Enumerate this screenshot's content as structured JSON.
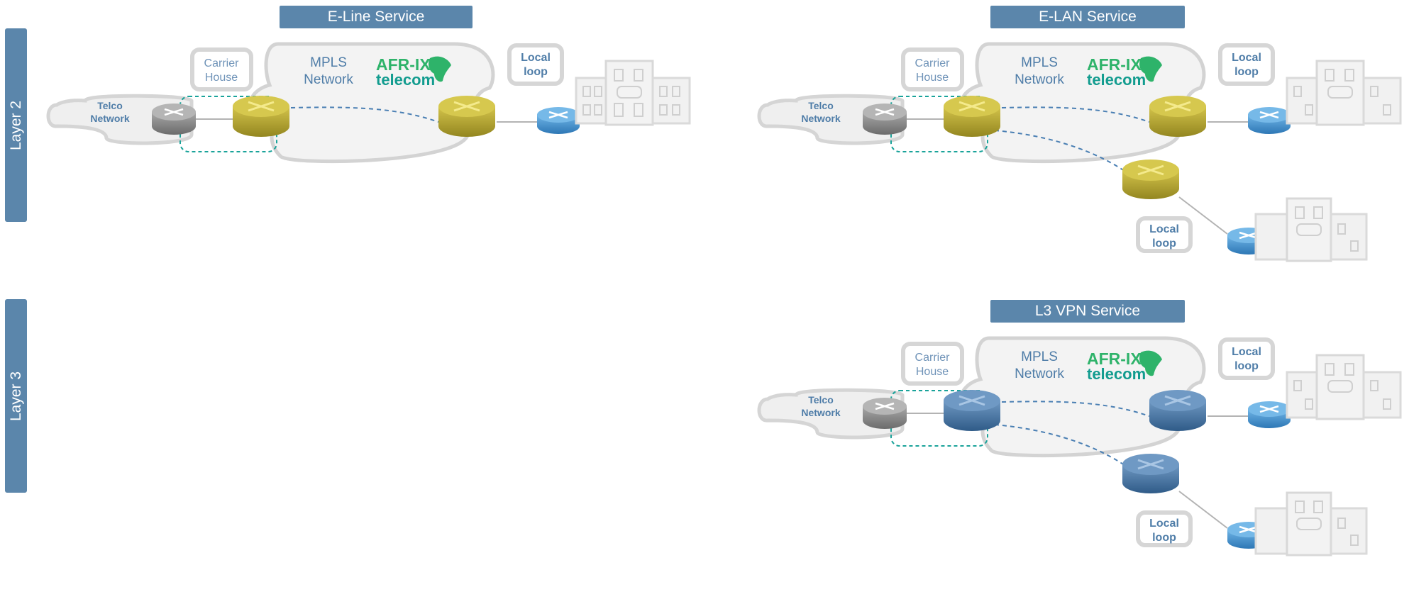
{
  "layers": {
    "layer2": "Layer 2",
    "layer3": "Layer 3"
  },
  "services": {
    "eline": {
      "title": "E-Line Service",
      "telco": [
        "Telco",
        "Network"
      ],
      "carrier": [
        "Carrier",
        "House"
      ],
      "mpls": [
        "MPLS",
        "Network"
      ],
      "logo": [
        "AFR-IX",
        "telecom"
      ],
      "local_loop": [
        "Local",
        "loop"
      ]
    },
    "elan": {
      "title": "E-LAN Service",
      "telco": [
        "Telco",
        "Network"
      ],
      "carrier": [
        "Carrier",
        "House"
      ],
      "mpls": [
        "MPLS",
        "Network"
      ],
      "logo": [
        "AFR-IX",
        "telecom"
      ],
      "local_loop_1": [
        "Local",
        "loop"
      ],
      "local_loop_2": [
        "Local",
        "loop"
      ]
    },
    "l3vpn": {
      "title": "L3 VPN Service",
      "telco": [
        "Telco",
        "Network"
      ],
      "carrier": [
        "Carrier",
        "House"
      ],
      "mpls": [
        "MPLS",
        "Network"
      ],
      "logo": [
        "AFR-IX",
        "telecom"
      ],
      "local_loop_1": [
        "Local",
        "loop"
      ],
      "local_loop_2": [
        "Local",
        "loop"
      ]
    }
  },
  "colors": {
    "title_bar": "#5b86ab",
    "text_blue": "#4f7da8",
    "logo_green": "#2eb36a",
    "logo_teal": "#129c8f",
    "router_gold": "#b9aa33",
    "router_blue": "#4d79a6",
    "router_light_blue": "#4e9ad6",
    "router_gray": "#8c8c8c",
    "dashed_link": "#4a7fb3",
    "carrier_boundary": "#1aa39a"
  }
}
